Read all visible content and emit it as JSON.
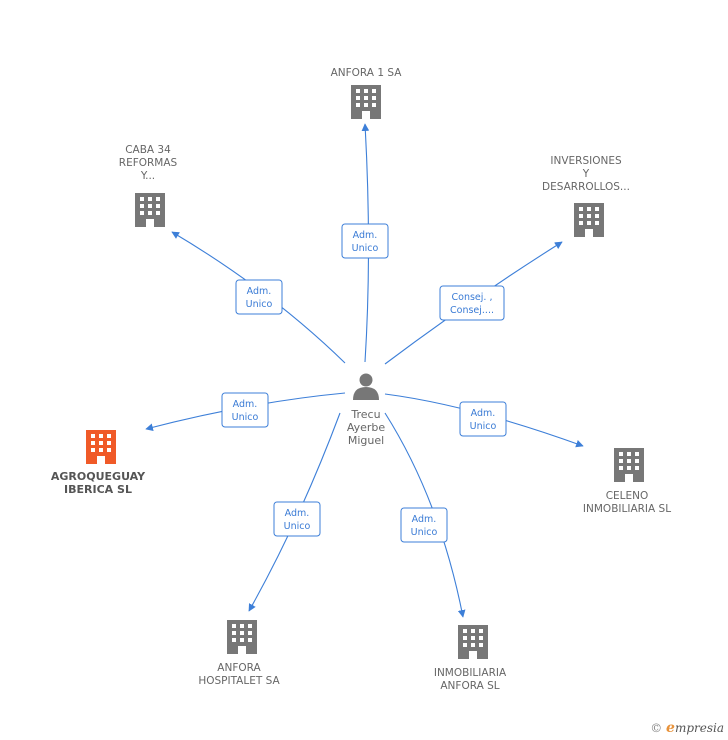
{
  "center": {
    "name_lines": [
      "Trecu",
      "Ayerbe",
      "Miguel"
    ],
    "icon": "person-icon"
  },
  "companies": [
    {
      "id": "anfora1",
      "name_lines": [
        "ANFORA 1 SA"
      ],
      "role_lines": [
        "Adm.",
        "Unico"
      ],
      "highlight": false,
      "icon": "building-icon"
    },
    {
      "id": "caba34",
      "name_lines": [
        "CABA 34",
        "REFORMAS",
        "Y..."
      ],
      "role_lines": [
        "Adm.",
        "Unico"
      ],
      "highlight": false,
      "icon": "building-icon"
    },
    {
      "id": "inversiones",
      "name_lines": [
        "INVERSIONES",
        "Y",
        "DESARROLLOS..."
      ],
      "role_lines": [
        "Consej. ,",
        "Consej...."
      ],
      "highlight": false,
      "icon": "building-icon"
    },
    {
      "id": "agroqueguay",
      "name_lines": [
        "AGROQUEGUAY",
        "IBERICA SL"
      ],
      "role_lines": [
        "Adm.",
        "Unico"
      ],
      "highlight": true,
      "icon": "building-icon"
    },
    {
      "id": "celeno",
      "name_lines": [
        "CELENO",
        "INMOBILIARIA SL"
      ],
      "role_lines": [
        "Adm.",
        "Unico"
      ],
      "highlight": false,
      "icon": "building-icon"
    },
    {
      "id": "hospitalet",
      "name_lines": [
        "ANFORA",
        "HOSPITALET SA"
      ],
      "role_lines": [
        "Adm.",
        "Unico"
      ],
      "highlight": false,
      "icon": "building-icon"
    },
    {
      "id": "inmobiliaria",
      "name_lines": [
        "INMOBILIARIA",
        "ANFORA SL"
      ],
      "role_lines": [
        "Adm.",
        "Unico"
      ],
      "highlight": false,
      "icon": "building-icon"
    }
  ],
  "colors": {
    "edge": "#3d7fd8",
    "building": "#777777",
    "highlight": "#f05a28",
    "person": "#777777"
  },
  "credit": {
    "copyright": "©",
    "brand_initial": "e",
    "brand_rest": "mpresia"
  }
}
